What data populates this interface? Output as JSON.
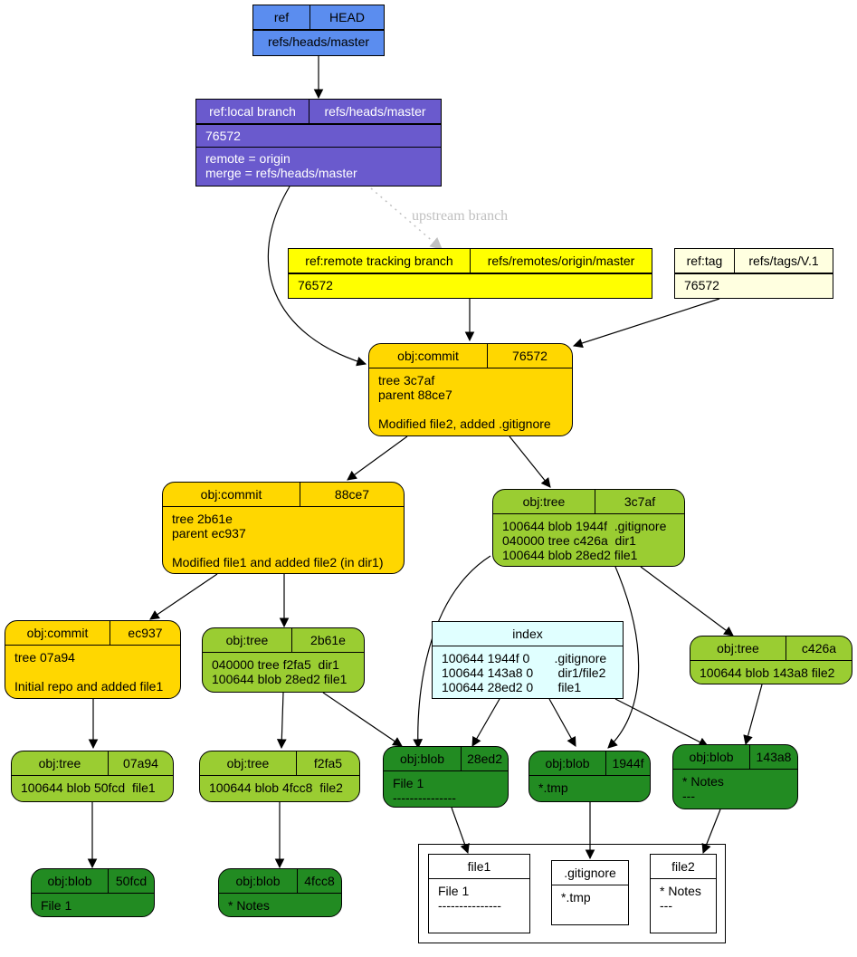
{
  "colors": {
    "ref": "#5b8def",
    "local_branch": "#6a5acd",
    "remote_branch": "#ffff00",
    "tag": "#ffffe0",
    "commit": "#ffd700",
    "tree": "#9acd32",
    "blob": "#228b22",
    "index": "#e0ffff"
  },
  "head": {
    "type": "ref",
    "name": "HEAD",
    "target": "refs/heads/master"
  },
  "local_branch": {
    "type": "ref:local branch",
    "name": "refs/heads/master",
    "commit": "76572",
    "config": "remote = origin\nmerge = refs/heads/master"
  },
  "upstream_label": "upstream branch",
  "remote_branch": {
    "type": "ref:remote tracking branch",
    "name": "refs/remotes/origin/master",
    "commit": "76572"
  },
  "tag": {
    "type": "ref:tag",
    "name": "refs/tags/V.1",
    "commit": "76572"
  },
  "commit_76572": {
    "type": "obj:commit",
    "id": "76572",
    "body": "tree 3c7af\nparent 88ce7\n\nModified file2, added .gitignore"
  },
  "commit_88ce7": {
    "type": "obj:commit",
    "id": "88ce7",
    "body": "tree 2b61e\nparent ec937\n\nModified file1 and added file2 (in dir1)"
  },
  "commit_ec937": {
    "type": "obj:commit",
    "id": "ec937",
    "body": "tree 07a94\n\nInitial repo and added file1"
  },
  "tree_3c7af": {
    "type": "obj:tree",
    "id": "3c7af",
    "body": "100644 blob 1944f  .gitignore\n040000 tree c426a  dir1\n100644 blob 28ed2 file1"
  },
  "tree_2b61e": {
    "type": "obj:tree",
    "id": "2b61e",
    "body": "040000 tree f2fa5  dir1\n100644 blob 28ed2 file1"
  },
  "tree_c426a": {
    "type": "obj:tree",
    "id": "c426a",
    "body": "100644 blob 143a8 file2"
  },
  "tree_07a94": {
    "type": "obj:tree",
    "id": "07a94",
    "body": "100644 blob 50fcd  file1"
  },
  "tree_f2fa5": {
    "type": "obj:tree",
    "id": "f2fa5",
    "body": "100644 blob 4fcc8  file2"
  },
  "index": {
    "title": "index",
    "body": "100644 1944f 0       .gitignore\n100644 143a8 0       dir1/file2\n100644 28ed2 0       file1"
  },
  "blob_28ed2": {
    "type": "obj:blob",
    "id": "28ed2",
    "body": "File 1\n---------------"
  },
  "blob_1944f": {
    "type": "obj:blob",
    "id": "1944f",
    "body": "*.tmp"
  },
  "blob_143a8": {
    "type": "obj:blob",
    "id": "143a8",
    "body": "* Notes\n---"
  },
  "blob_50fcd": {
    "type": "obj:blob",
    "id": "50fcd",
    "body": "File 1"
  },
  "blob_4fcc8": {
    "type": "obj:blob",
    "id": "4fcc8",
    "body": "* Notes"
  },
  "wt_file1": {
    "name": "file1",
    "body": "File 1\n---------------"
  },
  "wt_gitignore": {
    "name": ".gitignore",
    "body": "*.tmp"
  },
  "wt_file2": {
    "name": "file2",
    "body": "* Notes\n---"
  }
}
